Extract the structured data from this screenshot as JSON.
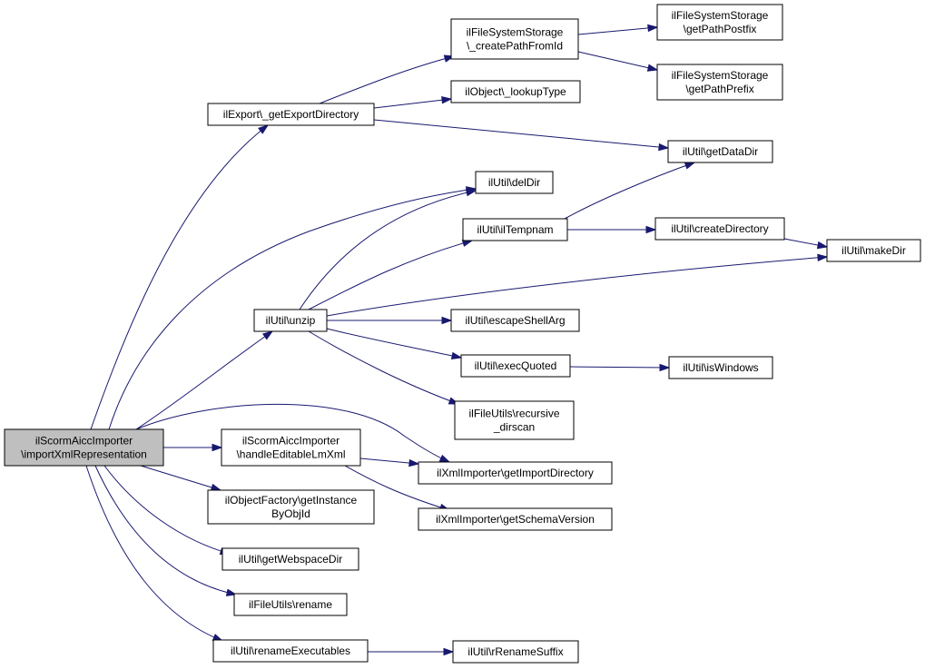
{
  "colors": {
    "edge": "#191970",
    "root_fill": "#bfbfbf",
    "node_fill": "#ffffff",
    "node_stroke": "#000000"
  },
  "nodes": {
    "root": [
      "ilScormAiccImporter",
      "\\importXmlRepresentation"
    ],
    "export_dir": [
      "ilExport\\_getExportDirectory"
    ],
    "fs_create": [
      "ilFileSystemStorage",
      "\\_createPathFromId"
    ],
    "fs_postfix": [
      "ilFileSystemStorage",
      "\\getPathPostfix"
    ],
    "fs_prefix": [
      "ilFileSystemStorage",
      "\\getPathPrefix"
    ],
    "lookup": [
      "ilObject\\_lookupType"
    ],
    "datadir": [
      "ilUtil\\getDataDir"
    ],
    "deldir": [
      "ilUtil\\delDir"
    ],
    "tempnam": [
      "ilUtil\\ilTempnam"
    ],
    "createdir": [
      "ilUtil\\createDirectory"
    ],
    "makedir": [
      "ilUtil\\makeDir"
    ],
    "unzip": [
      "ilUtil\\unzip"
    ],
    "escape": [
      "ilUtil\\escapeShellArg"
    ],
    "execquoted": [
      "ilUtil\\execQuoted"
    ],
    "iswindows": [
      "ilUtil\\isWindows"
    ],
    "recursive": [
      "ilFileUtils\\recursive",
      "_dirscan"
    ],
    "handle": [
      "ilScormAiccImporter",
      "\\handleEditableLmXml"
    ],
    "importdir": [
      "ilXmlImporter\\getImportDirectory"
    ],
    "schema": [
      "ilXmlImporter\\getSchemaVersion"
    ],
    "objfactory": [
      "ilObjectFactory\\getInstance",
      "ByObjId"
    ],
    "webspace": [
      "ilUtil\\getWebspaceDir"
    ],
    "rename": [
      "ilFileUtils\\rename"
    ],
    "renameexec": [
      "ilUtil\\renameExecutables"
    ],
    "rrename": [
      "ilUtil\\rRenameSuffix"
    ]
  }
}
